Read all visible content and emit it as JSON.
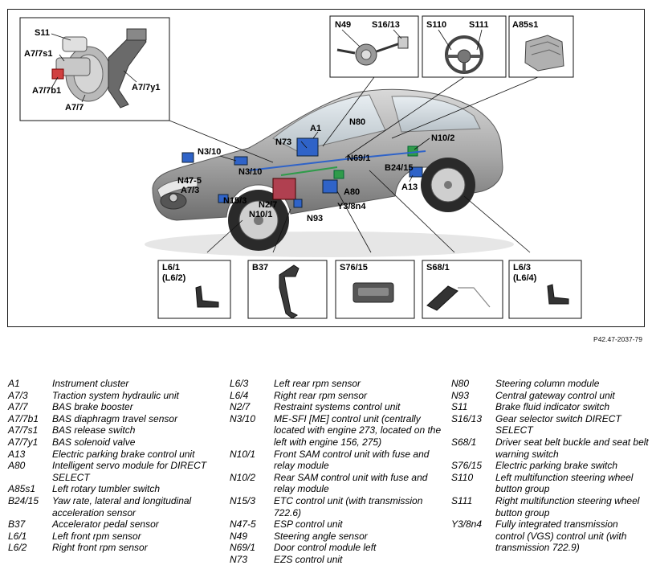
{
  "figure_ref": "P42.47-2037-79",
  "diagram": {
    "inset_top_left": {
      "labels": [
        "S11",
        "A7/7s1",
        "A7/7b1",
        "A7/7",
        "A7/7y1"
      ]
    },
    "inset_n49": {
      "labels": [
        "N49",
        "S16/13"
      ]
    },
    "inset_steering": {
      "labels": [
        "S110",
        "S111"
      ]
    },
    "inset_a85s1": {
      "label": "A85s1"
    },
    "inset_l61": {
      "labels": [
        "L6/1",
        "(L6/2)"
      ]
    },
    "inset_b37": {
      "label": "B37"
    },
    "inset_s7615": {
      "label": "S76/15"
    },
    "inset_s681": {
      "label": "S68/1"
    },
    "inset_l63": {
      "labels": [
        "L6/3",
        "(L6/4)"
      ]
    },
    "car_callouts": [
      "A1",
      "N80",
      "N73",
      "N69/1",
      "N10/2",
      "N3/10",
      "N3/10",
      "B24/15",
      "N47-5",
      "A7/3",
      "A80",
      "A13",
      "N15/3",
      "N2/7",
      "Y3/8n4",
      "N10/1",
      "N93"
    ]
  },
  "legend": {
    "col1": [
      {
        "code": "A1",
        "desc": "Instrument cluster"
      },
      {
        "code": "A7/3",
        "desc": "Traction system hydraulic unit"
      },
      {
        "code": "A7/7",
        "desc": "BAS brake booster"
      },
      {
        "code": "A7/7b1",
        "desc": "BAS diaphragm travel sensor"
      },
      {
        "code": "A7/7s1",
        "desc": "BAS release switch"
      },
      {
        "code": "A7/7y1",
        "desc": "BAS solenoid valve"
      },
      {
        "code": "A13",
        "desc": "Electric parking brake control unit"
      },
      {
        "code": "A80",
        "desc": "Intelligent servo module for DIRECT SELECT"
      },
      {
        "code": "A85s1",
        "desc": "Left rotary tumbler switch"
      },
      {
        "code": "B24/15",
        "desc": "Yaw rate, lateral and longitudinal acceleration sensor"
      },
      {
        "code": "B37",
        "desc": "Accelerator pedal sensor"
      },
      {
        "code": "L6/1",
        "desc": "Left front rpm sensor"
      },
      {
        "code": "L6/2",
        "desc": "Right front rpm sensor"
      }
    ],
    "col2": [
      {
        "code": "L6/3",
        "desc": "Left rear rpm sensor"
      },
      {
        "code": "L6/4",
        "desc": "Right rear rpm sensor"
      },
      {
        "code": "N2/7",
        "desc": "Restraint systems control unit"
      },
      {
        "code": "N3/10",
        "desc": "ME-SFI [ME] control unit (centrally located with engine 273, located on the left with engine 156, 275)"
      },
      {
        "code": "N10/1",
        "desc": "Front SAM control unit with fuse and relay module"
      },
      {
        "code": "N10/2",
        "desc": "Rear SAM control unit with fuse and relay module"
      },
      {
        "code": "N15/3",
        "desc": "ETC control unit (with transmission 722.6)"
      },
      {
        "code": "N47-5",
        "desc": "ESP control unit"
      },
      {
        "code": "N49",
        "desc": "Steering angle sensor"
      },
      {
        "code": "N69/1",
        "desc": "Door control module left"
      },
      {
        "code": "N73",
        "desc": "EZS control unit"
      }
    ],
    "col3": [
      {
        "code": "N80",
        "desc": "Steering column module"
      },
      {
        "code": "N93",
        "desc": "Central gateway control unit"
      },
      {
        "code": "S11",
        "desc": "Brake fluid indicator switch"
      },
      {
        "code": "S16/13",
        "desc": "Gear selector switch DIRECT SELECT"
      },
      {
        "code": "S68/1",
        "desc": "Driver seat belt buckle and seat belt warning switch"
      },
      {
        "code": "S76/15",
        "desc": "Electric parking brake switch"
      },
      {
        "code": "S110",
        "desc": "Left multifunction steering wheel button group"
      },
      {
        "code": "S111",
        "desc": "Right multifunction steering wheel button group"
      },
      {
        "code": "Y3/8n4",
        "desc": "Fully integrated transmission control (VGS) control unit (with transmission 722.9)"
      }
    ]
  }
}
